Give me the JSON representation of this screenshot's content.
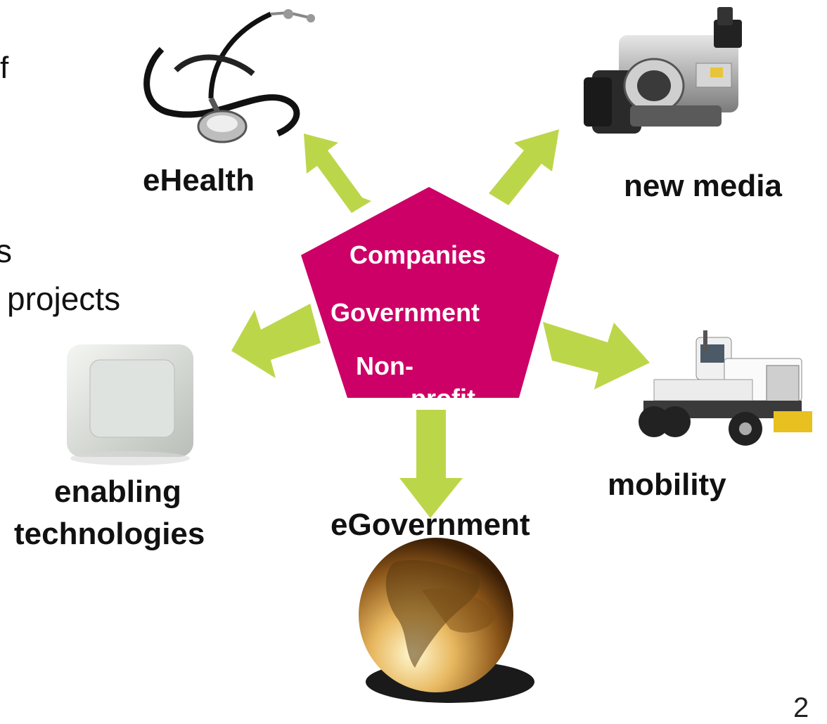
{
  "fragments": {
    "partial_top": "f",
    "partial_mid": "s",
    "projects": "projects",
    "page_number": "2"
  },
  "center": {
    "lines": [
      "Companies",
      "Government",
      "Non-",
      "profit"
    ]
  },
  "areas": {
    "ehealth": "eHealth",
    "new_media": "new media",
    "enabling": [
      "enabling",
      "technologies"
    ],
    "mobility": "mobility",
    "egovernment": "eGovernment"
  },
  "colors": {
    "pentagon": "#cc0066",
    "arrows": "#bcd64a"
  },
  "icons": {
    "ehealth": "stethoscope-icon",
    "new_media": "video-camera-icon",
    "enabling": "keyboard-key-icon",
    "mobility": "truck-icon",
    "egovernment": "globe-icon"
  }
}
